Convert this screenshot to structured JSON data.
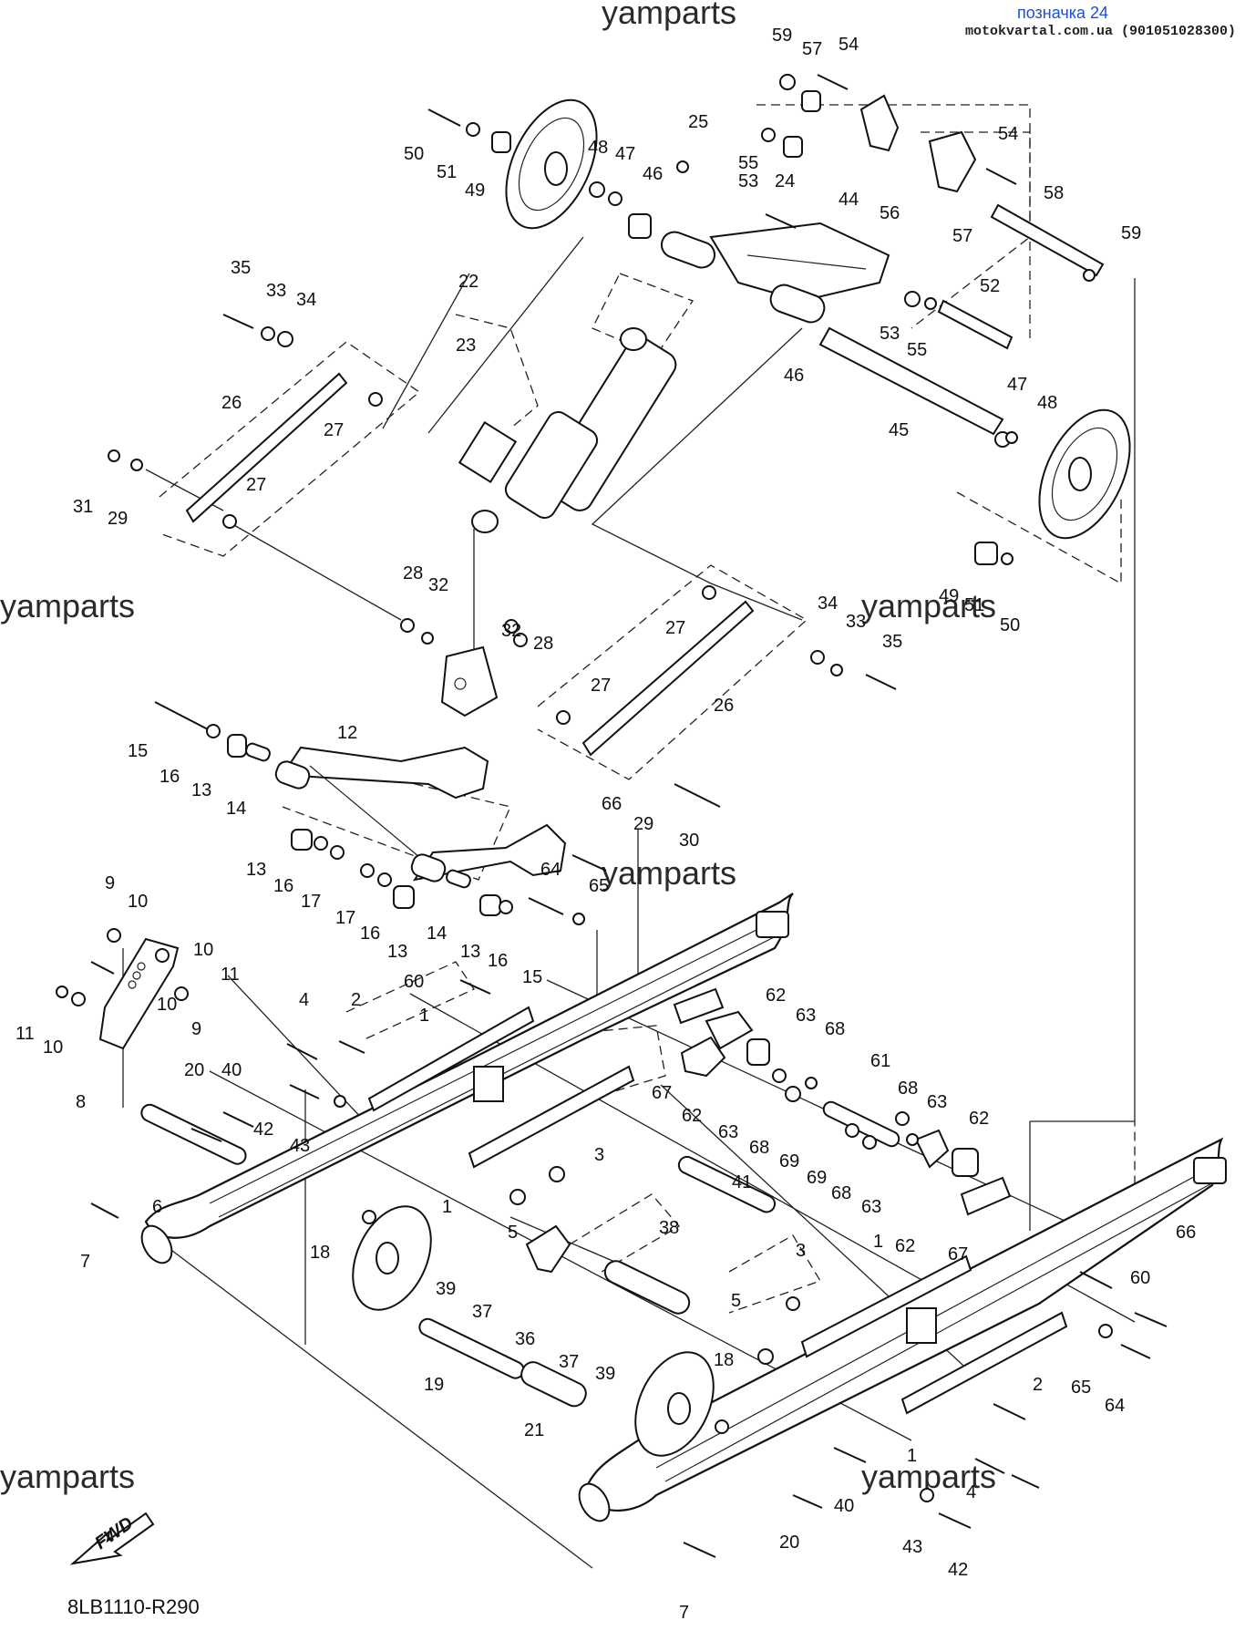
{
  "header": {
    "marker": "позначка 24",
    "source": "motokvartal.com.ua (901051028300)"
  },
  "watermarks": [
    "yamparts",
    "yamparts",
    "yamparts",
    "yamparts",
    "yamparts",
    "yamparts"
  ],
  "diagram_code": "8LB1110-R290",
  "fwd_label": "FWD",
  "callouts": [
    "59",
    "57",
    "54",
    "50",
    "51",
    "49",
    "48",
    "47",
    "25",
    "55",
    "53",
    "24",
    "46",
    "44",
    "54",
    "56",
    "57",
    "58",
    "59",
    "35",
    "33",
    "34",
    "22",
    "23",
    "52",
    "53",
    "55",
    "46",
    "26",
    "27",
    "47",
    "48",
    "45",
    "31",
    "29",
    "27",
    "49",
    "51",
    "50",
    "28",
    "32",
    "34",
    "33",
    "27",
    "35",
    "32",
    "28",
    "27",
    "26",
    "15",
    "12",
    "16",
    "13",
    "14",
    "29",
    "30",
    "66",
    "13",
    "16",
    "17",
    "17",
    "16",
    "13",
    "14",
    "13",
    "16",
    "64",
    "65",
    "15",
    "9",
    "10",
    "10",
    "11",
    "11",
    "10",
    "10",
    "9",
    "60",
    "62",
    "63",
    "68",
    "4",
    "2",
    "1",
    "67",
    "8",
    "62",
    "63",
    "68",
    "61",
    "68",
    "63",
    "62",
    "69",
    "40",
    "42",
    "43",
    "20",
    "3",
    "69",
    "68",
    "63",
    "1",
    "41",
    "62",
    "6",
    "5",
    "67",
    "18",
    "38",
    "7",
    "39",
    "37",
    "36",
    "3",
    "1",
    "66",
    "37",
    "39",
    "5",
    "60",
    "18",
    "19",
    "21",
    "2",
    "65",
    "64",
    "1",
    "4",
    "40",
    "43",
    "42",
    "20",
    "7"
  ],
  "colors": {
    "link": "#1e4fd6",
    "ink": "#111111"
  }
}
